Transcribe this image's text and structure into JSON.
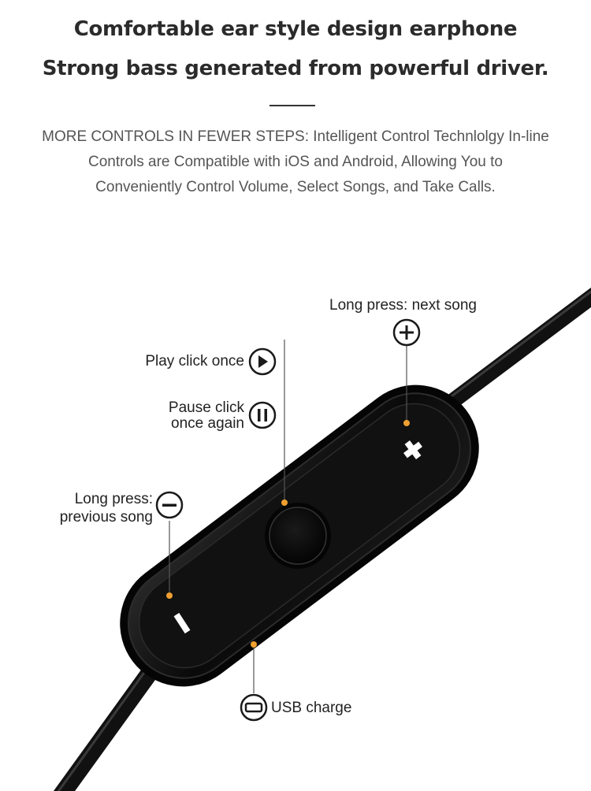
{
  "header": {
    "line1": "Comfortable ear style design earphone",
    "line2": "Strong bass generated from powerful driver."
  },
  "description": {
    "line1": "MORE CONTROLS IN FEWER STEPS: Intelligent Control Technlolgy In-line",
    "line2": "Controls are Compatible with iOS and Android, Allowing You to",
    "line3": "Conveniently Control Volume, Select Songs, and Take Calls."
  },
  "labels": {
    "next_song": "Long press: next song",
    "play": "Play click once",
    "pause_line1": "Pause click",
    "pause_line2": "once again",
    "prev_line1": "Long press:",
    "prev_line2": "previous song",
    "usb": "USB charge"
  },
  "colors": {
    "accent_dot": "#f0a030",
    "remote_body": "#0d0d0d",
    "text_dark": "#2b2b2b"
  },
  "icons": [
    "plus-circle-icon",
    "play-circle-icon",
    "pause-circle-icon",
    "minus-circle-icon",
    "usb-port-icon"
  ]
}
